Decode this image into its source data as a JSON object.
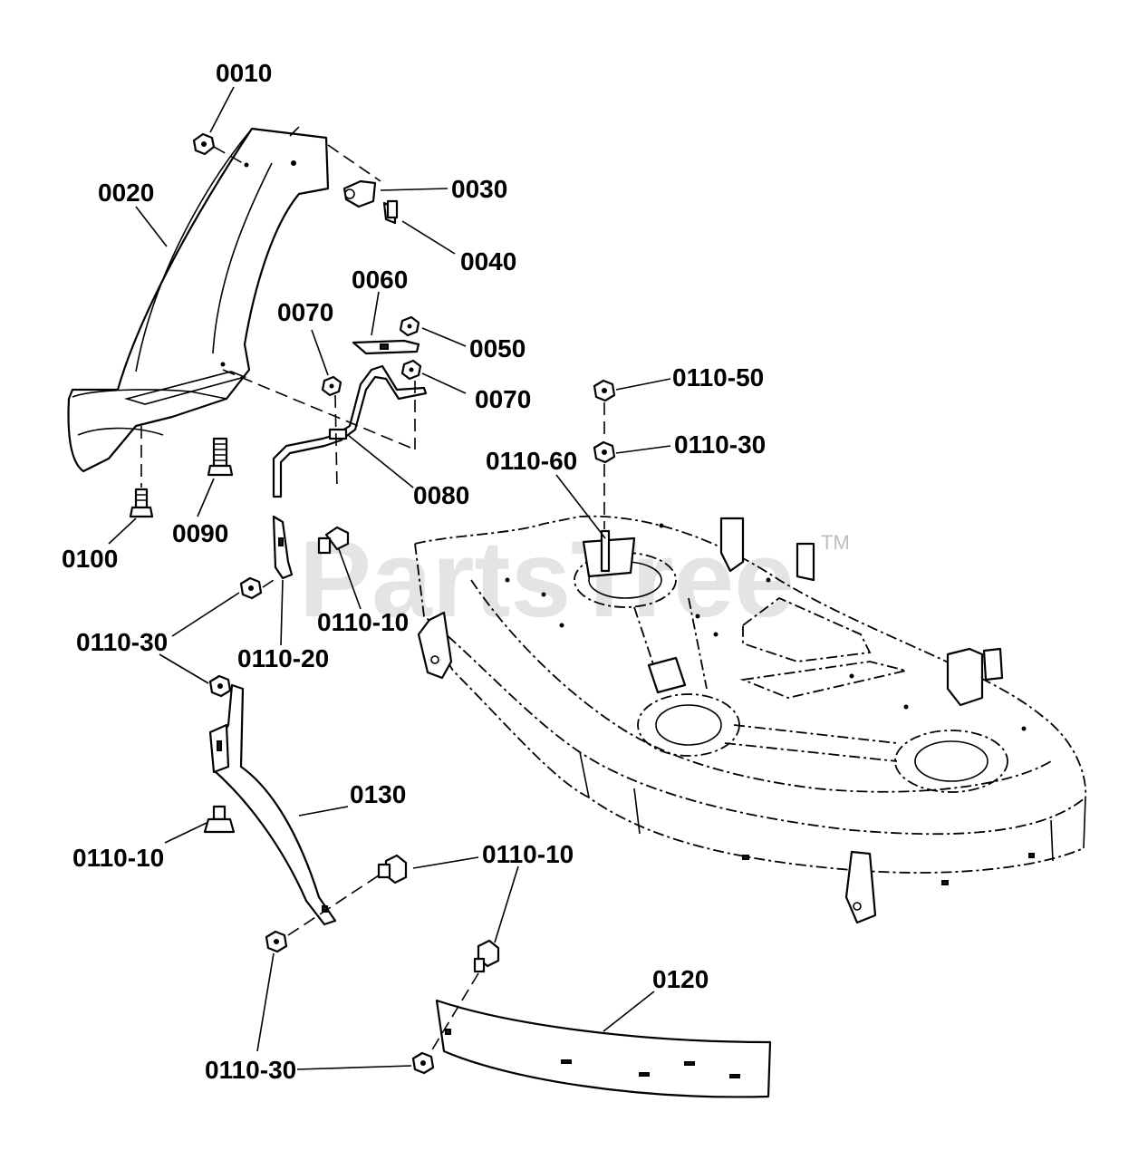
{
  "watermark": {
    "text": "PartsTree",
    "trademark": "TM"
  },
  "callouts": {
    "c0010": "0010",
    "c0020": "0020",
    "c0030": "0030",
    "c0040": "0040",
    "c0060": "0060",
    "c0070a": "0070",
    "c0050": "0050",
    "c0070b": "0070",
    "c0080": "0080",
    "c0090": "0090",
    "c0100": "0100",
    "c0110_50": "0110-50",
    "c0110_30a": "0110-30",
    "c0110_60": "0110-60",
    "c0110_10a": "0110-10",
    "c0110_20": "0110-20",
    "c0110_30b": "0110-30",
    "c0130": "0130",
    "c0110_10b": "0110-10",
    "c0110_10c": "0110-10",
    "c0120": "0120",
    "c0110_30c": "0110-30"
  }
}
